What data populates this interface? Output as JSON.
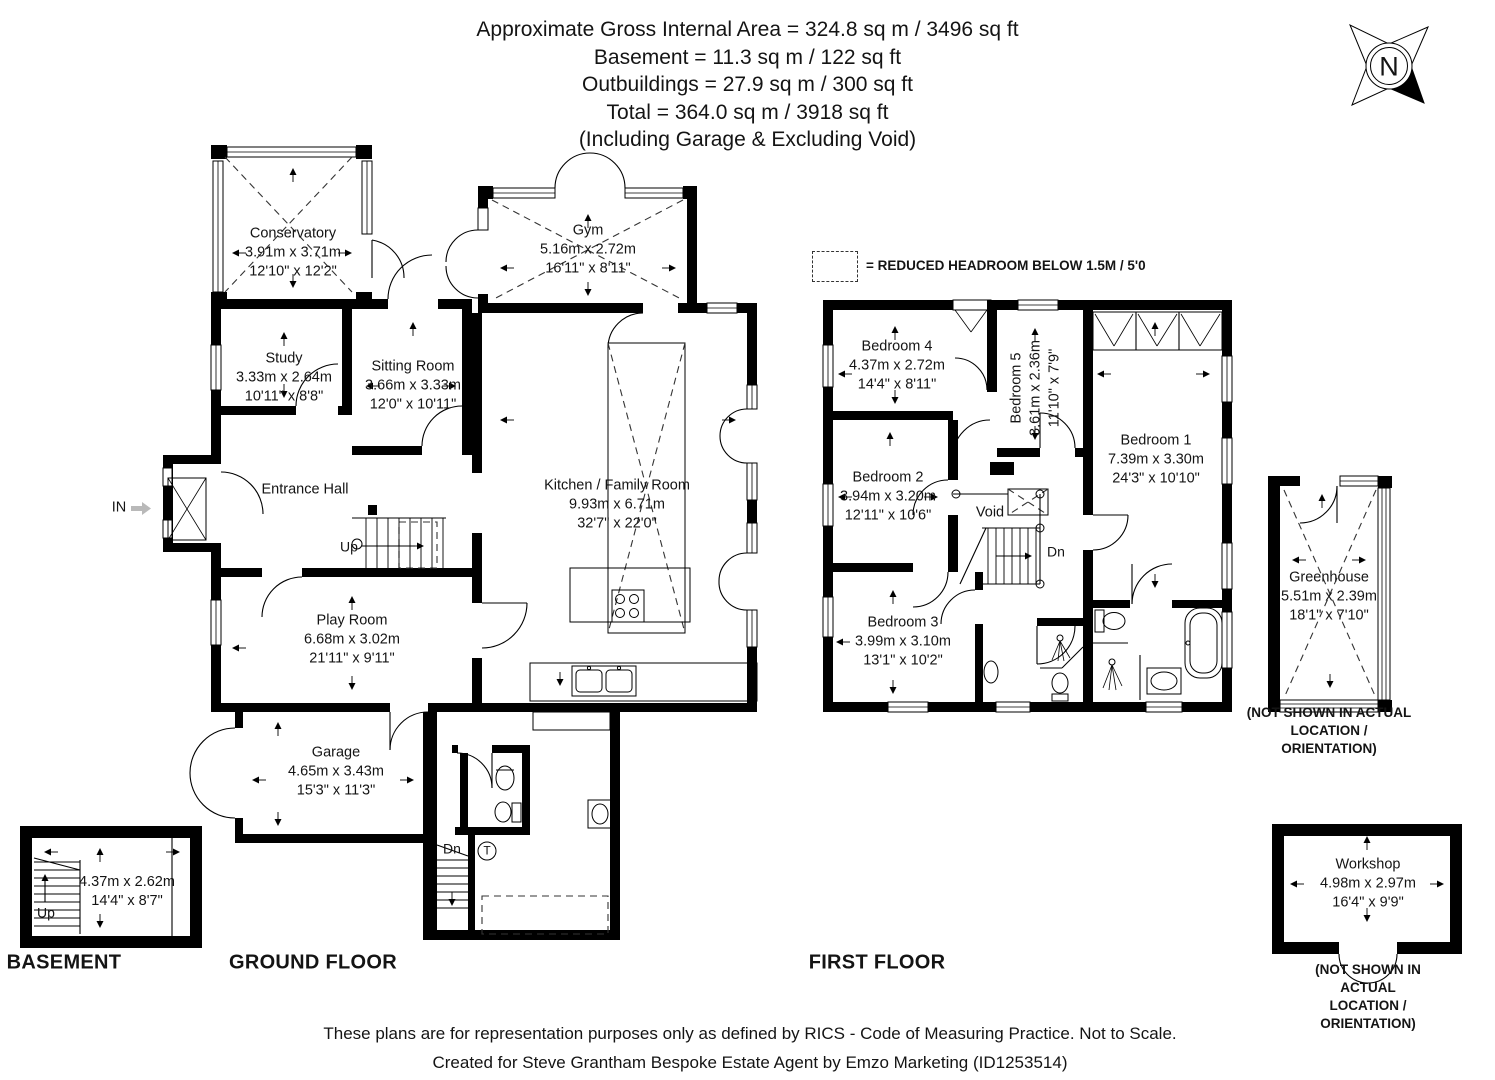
{
  "header": {
    "line1": "Approximate Gross Internal Area = 324.8 sq m / 3496 sq ft",
    "line2": "Basement = 11.3 sq m / 122 sq ft",
    "line3": "Outbuildings = 27.9 sq m / 300 sq ft",
    "line4": "Total = 364.0 sq m / 3918 sq ft",
    "line5": "(Including Garage & Excluding Void)"
  },
  "compass": {
    "letter": "N"
  },
  "legend": {
    "text": "= REDUCED HEADROOM BELOW 1.5M / 5'0"
  },
  "floors": {
    "basement_label": "BASEMENT",
    "ground_label": "GROUND FLOOR",
    "first_label": "FIRST FLOOR"
  },
  "rooms": {
    "conservatory": {
      "name": "Conservatory",
      "metric": "3.91m x 3.71m",
      "imperial": "12'10\" x 12'2\""
    },
    "gym": {
      "name": "Gym",
      "metric": "5.16m x 2.72m",
      "imperial": "16'11\" x 8'11\""
    },
    "study": {
      "name": "Study",
      "metric": "3.33m x 2.64m",
      "imperial": "10'11\" x 8'8\""
    },
    "sitting": {
      "name": "Sitting Room",
      "metric": "3.66m x 3.33m",
      "imperial": "12'0\" x 10'11\""
    },
    "entrance": {
      "name": "Entrance Hall"
    },
    "kitchen": {
      "name": "Kitchen / Family Room",
      "metric": "9.93m x 6.71m",
      "imperial": "32'7\" x 22'0\""
    },
    "play": {
      "name": "Play Room",
      "metric": "6.68m x 3.02m",
      "imperial": "21'11\" x 9'11\""
    },
    "garage": {
      "name": "Garage",
      "metric": "4.65m x 3.43m",
      "imperial": "15'3\" x 11'3\""
    },
    "basement_room": {
      "metric": "4.37m x 2.62m",
      "imperial": "14'4\" x 8'7\""
    },
    "bedroom1": {
      "name": "Bedroom 1",
      "metric": "7.39m x 3.30m",
      "imperial": "24'3\" x 10'10\""
    },
    "bedroom2": {
      "name": "Bedroom 2",
      "metric": "3.94m x 3.20m",
      "imperial": "12'11\" x 10'6\""
    },
    "bedroom3": {
      "name": "Bedroom 3",
      "metric": "3.99m x 3.10m",
      "imperial": "13'1\" x 10'2\""
    },
    "bedroom4": {
      "name": "Bedroom 4",
      "metric": "4.37m x 2.72m",
      "imperial": "14'4\" x 8'11\""
    },
    "bedroom5": {
      "name": "Bedroom 5",
      "metric": "3.61m x 2.36m",
      "imperial": "11'10\" x 7'9\""
    },
    "void": {
      "name": "Void"
    },
    "greenhouse": {
      "name": "Greenhouse",
      "metric": "5.51m x 2.39m",
      "imperial": "18'1\" x 7'10\""
    },
    "workshop": {
      "name": "Workshop",
      "metric": "4.98m x 2.97m",
      "imperial": "16'4\" x 9'9\""
    }
  },
  "annotations": {
    "up": "Up",
    "dn": "Dn",
    "in_label": "IN",
    "tank": "T",
    "not_shown": "(NOT SHOWN IN ACTUAL\nLOCATION / ORIENTATION)"
  },
  "footer": {
    "line1": "These plans are for representation purposes only as defined by RICS - Code of Measuring Practice. Not to Scale.",
    "line2": "Created for Steve Grantham Bespoke Estate Agent by Emzo Marketing (ID1253514)"
  }
}
